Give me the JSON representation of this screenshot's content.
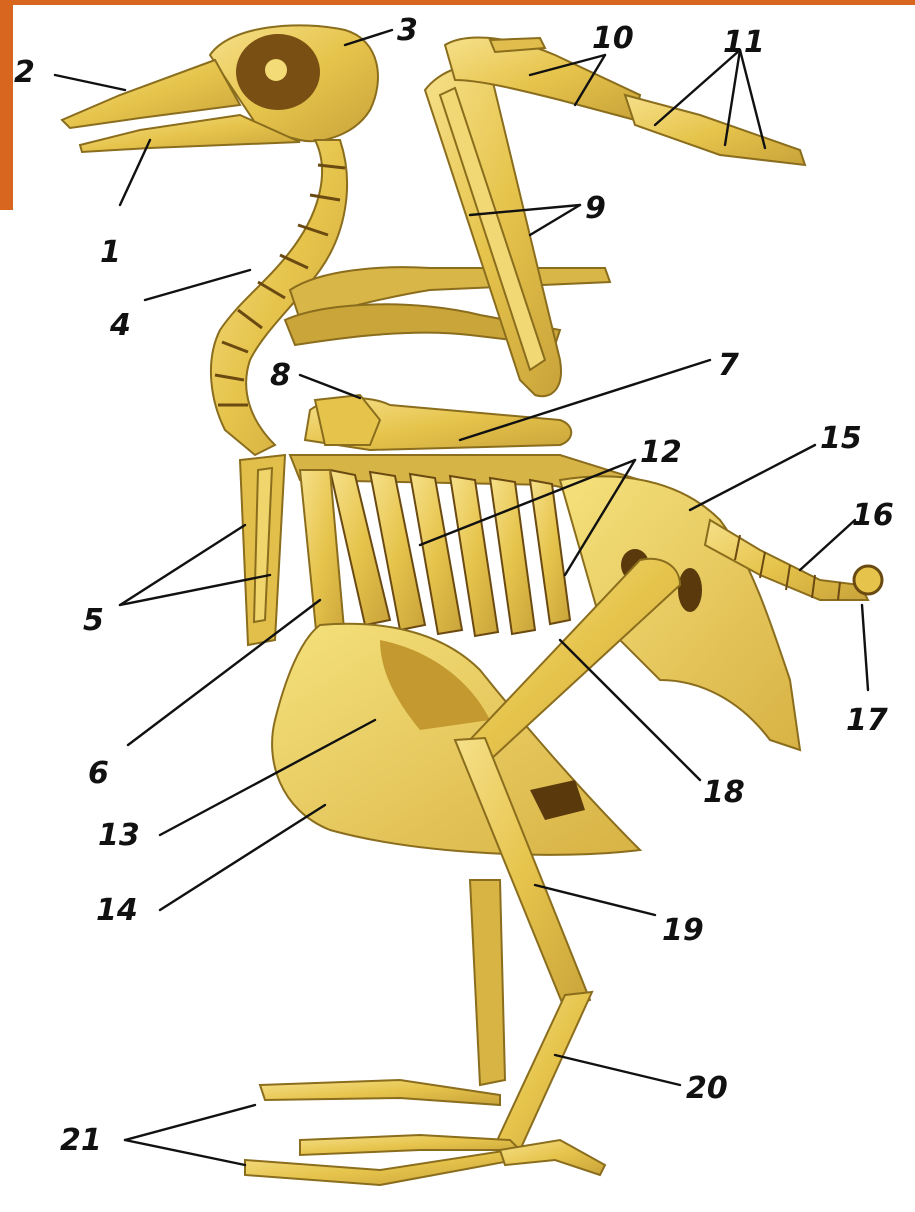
{
  "colors": {
    "accent": "#d9661f",
    "bone_fill": "#e8c64a",
    "bone_light": "#f3dc77",
    "bone_shadow": "#b8922c",
    "bone_dark": "#6b4a12",
    "label": "#111111",
    "background": "#ffffff"
  },
  "callouts": [
    {
      "id": "1",
      "text": "1"
    },
    {
      "id": "2",
      "text": "2"
    },
    {
      "id": "3",
      "text": "3"
    },
    {
      "id": "4",
      "text": "4"
    },
    {
      "id": "5",
      "text": "5"
    },
    {
      "id": "6",
      "text": "6"
    },
    {
      "id": "7",
      "text": "7"
    },
    {
      "id": "8",
      "text": "8"
    },
    {
      "id": "9",
      "text": "9"
    },
    {
      "id": "10",
      "text": "10"
    },
    {
      "id": "11",
      "text": "11"
    },
    {
      "id": "12",
      "text": "12"
    },
    {
      "id": "13",
      "text": "13"
    },
    {
      "id": "14",
      "text": "14"
    },
    {
      "id": "15",
      "text": "15"
    },
    {
      "id": "16",
      "text": "16"
    },
    {
      "id": "17",
      "text": "17"
    },
    {
      "id": "18",
      "text": "18"
    },
    {
      "id": "19",
      "text": "19"
    },
    {
      "id": "20",
      "text": "20"
    },
    {
      "id": "21",
      "text": "21"
    }
  ]
}
